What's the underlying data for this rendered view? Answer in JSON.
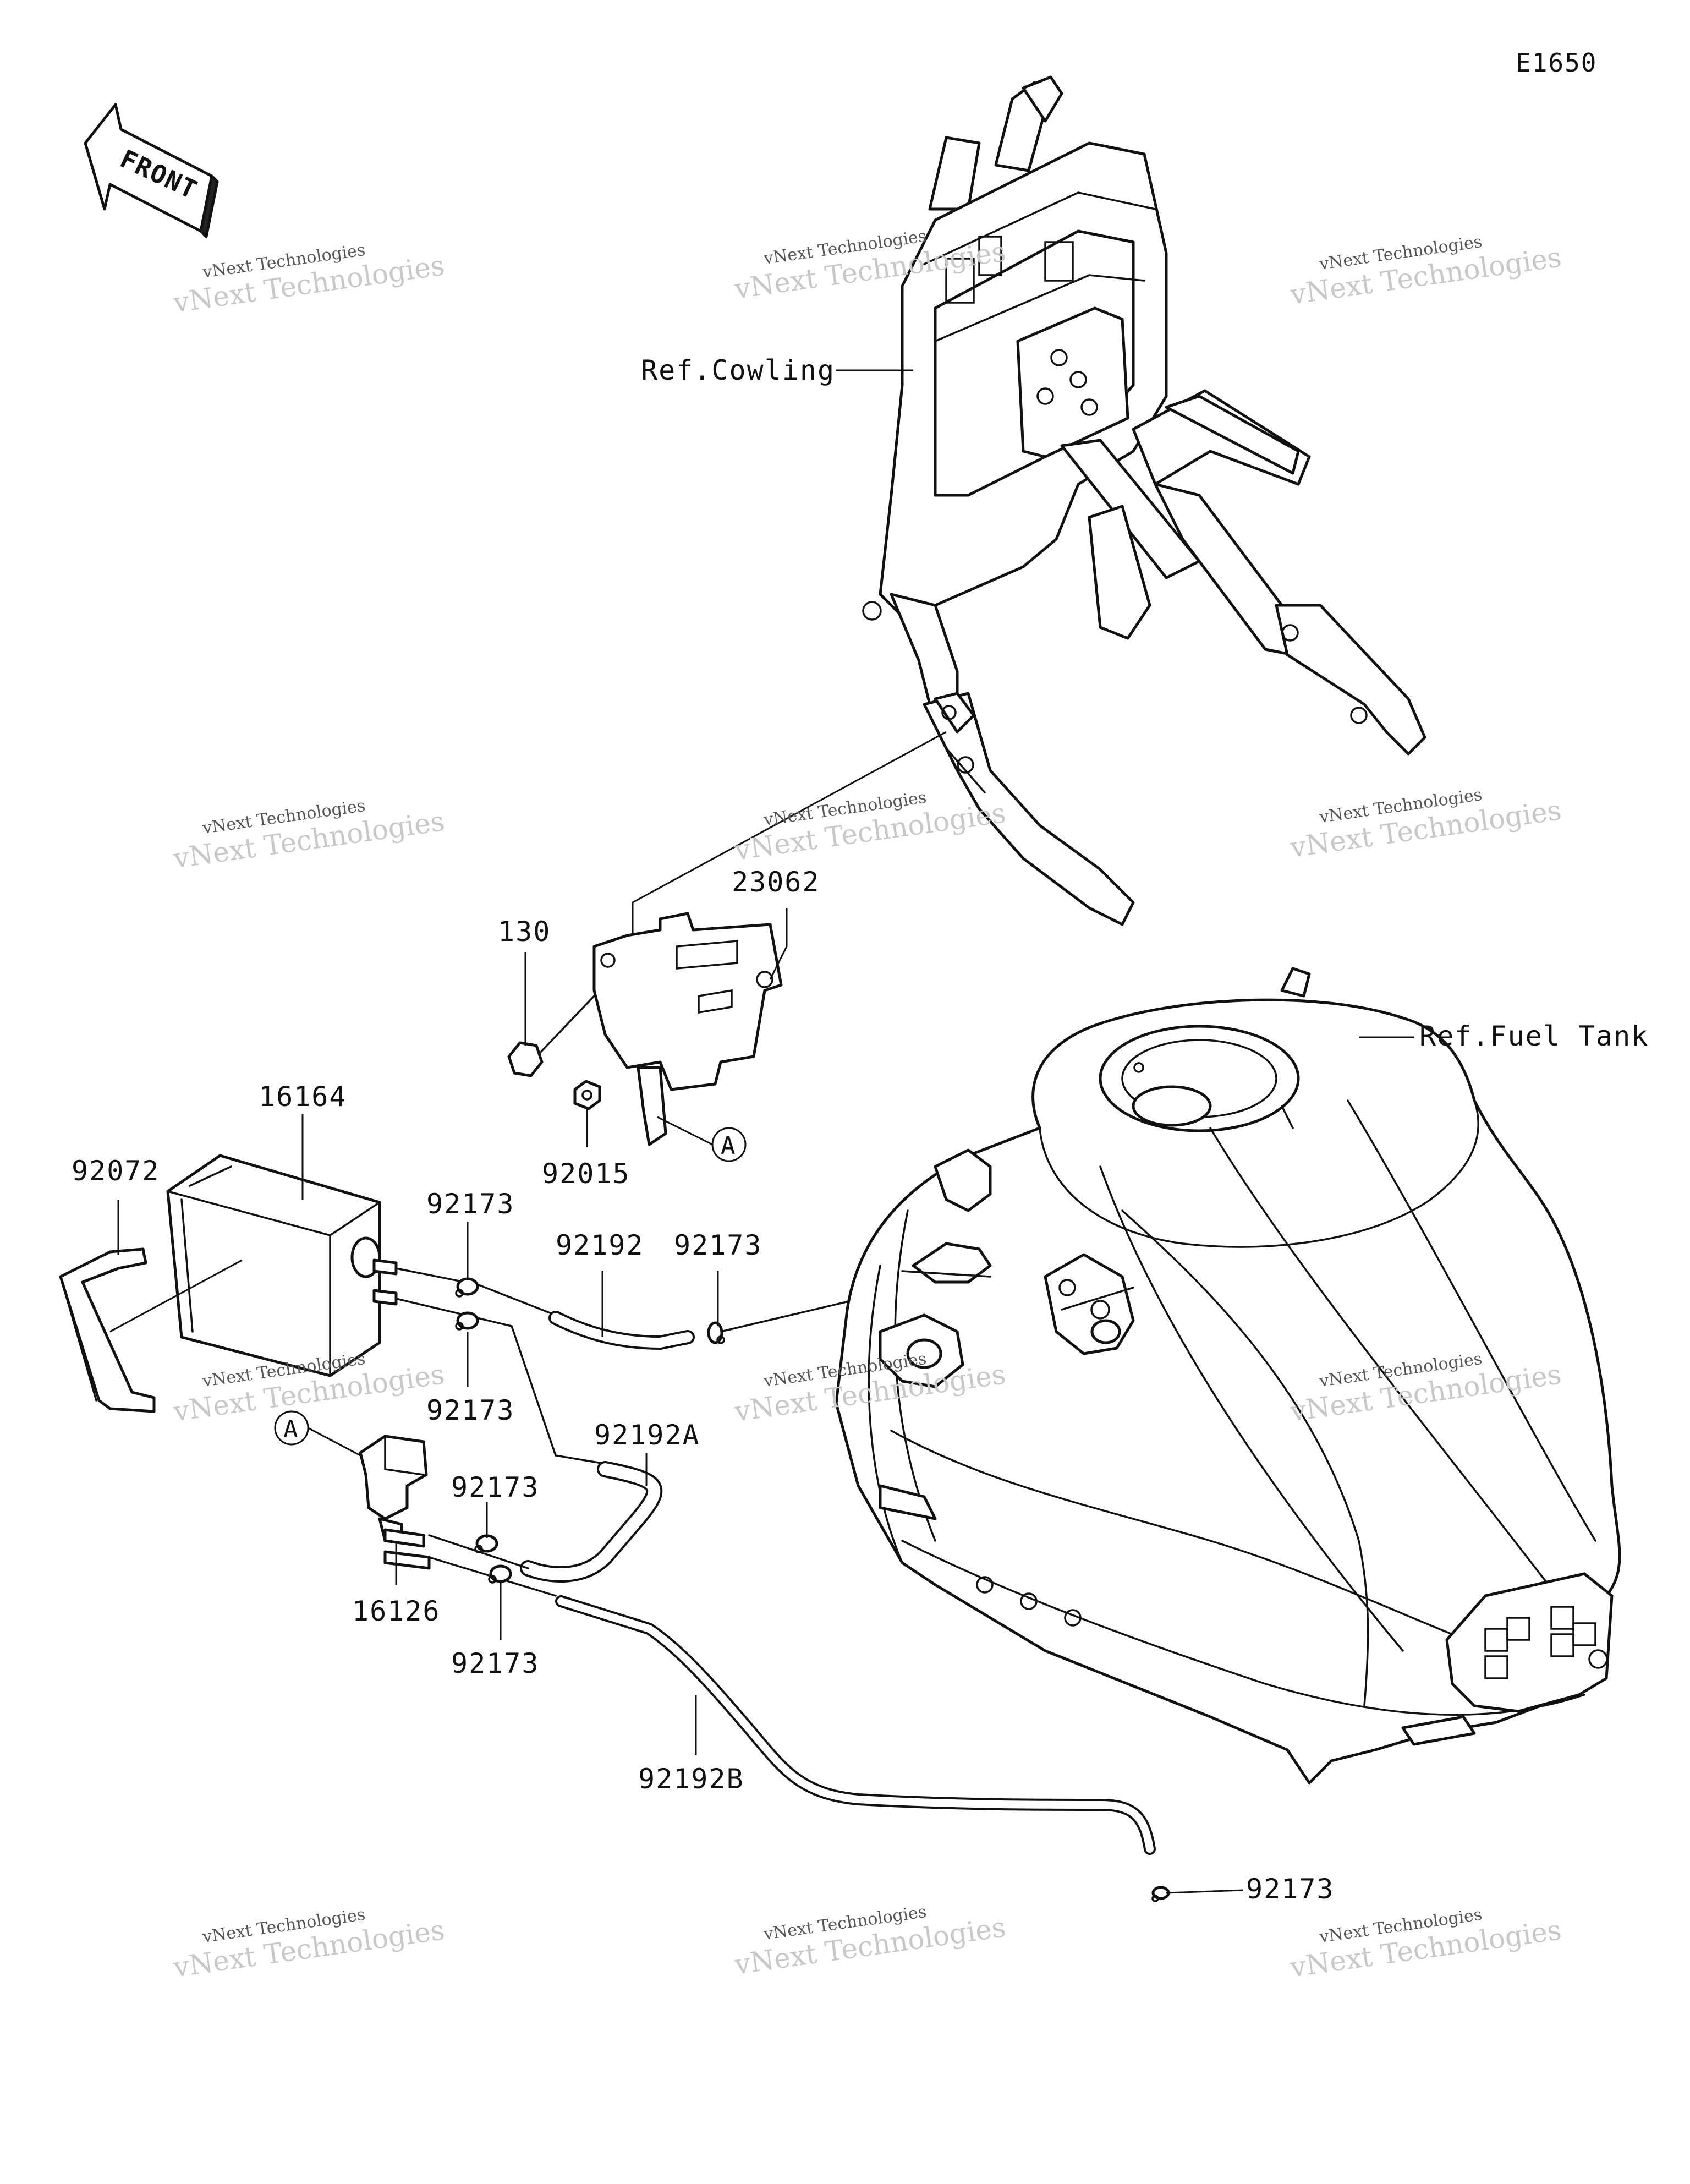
{
  "diagram_code": "E1650",
  "front_label": "FRONT",
  "callout_marker": "A",
  "refs": {
    "cowling": "Ref.Cowling",
    "fuel_tank": "Ref.Fuel Tank"
  },
  "parts": {
    "p23062": "23062",
    "p130": "130",
    "p92015": "92015",
    "p16164": "16164",
    "p92072": "92072",
    "p92173": "92173",
    "p92192": "92192",
    "p92192A": "92192A",
    "p16126": "16126",
    "p92192B": "92192B"
  },
  "watermark": {
    "line1": "vNext Technologies",
    "line2": "vNext Technologies"
  }
}
